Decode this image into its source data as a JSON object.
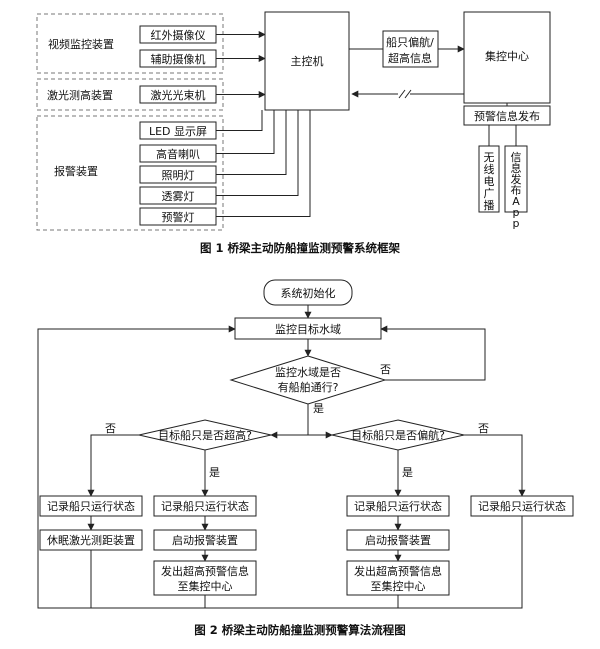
{
  "figure1": {
    "caption": "图 1  桥梁主动防船撞监测预警系统框架",
    "video_group_label": "视频监控装置",
    "infrared_camera": "红外摄像仪",
    "aux_camera": "辅助摄像机",
    "laser_group_label": "激光测高装置",
    "laser_beam": "激光光束机",
    "alarm_group_label": "报警装置",
    "led_screen": "LED 显示屏",
    "horn": "高音喇叭",
    "lighting": "照明灯",
    "fog_light": "透雾灯",
    "warning_light": "预警灯",
    "main_controller": "主控机",
    "deviation_label_1": "船只偏航/",
    "deviation_label_2": "超高信息",
    "control_center": "集控中心",
    "warning_release": "预警信息发布",
    "radio": "无线电广播",
    "app": "信息发布App"
  },
  "figure2": {
    "caption": "图 2  桥梁主动防船撞监测预警算法流程图",
    "init": "系统初始化",
    "monitor": "监控目标水域",
    "decision_pass_1": "监控水域是否",
    "decision_pass_2": "有船舶通行?",
    "no": "否",
    "yes": "是",
    "decision_height": "目标船只是否超高?",
    "decision_deviation": "目标船只是否偏航?",
    "record": "记录船只运行状态",
    "sleep_laser": "休眠激光测距装置",
    "start_alarm": "启动报警装置",
    "send_1": "发出超高预警信息",
    "send_2": "至集控中心"
  }
}
